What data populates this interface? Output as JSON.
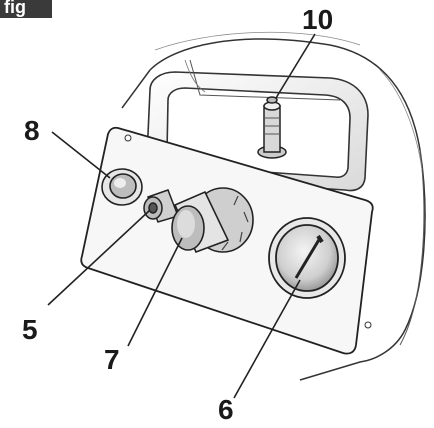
{
  "figure": {
    "tab_label": "fig"
  },
  "callouts": {
    "c10": "10",
    "c8": "8",
    "c5": "5",
    "c7": "7",
    "c6": "6"
  }
}
